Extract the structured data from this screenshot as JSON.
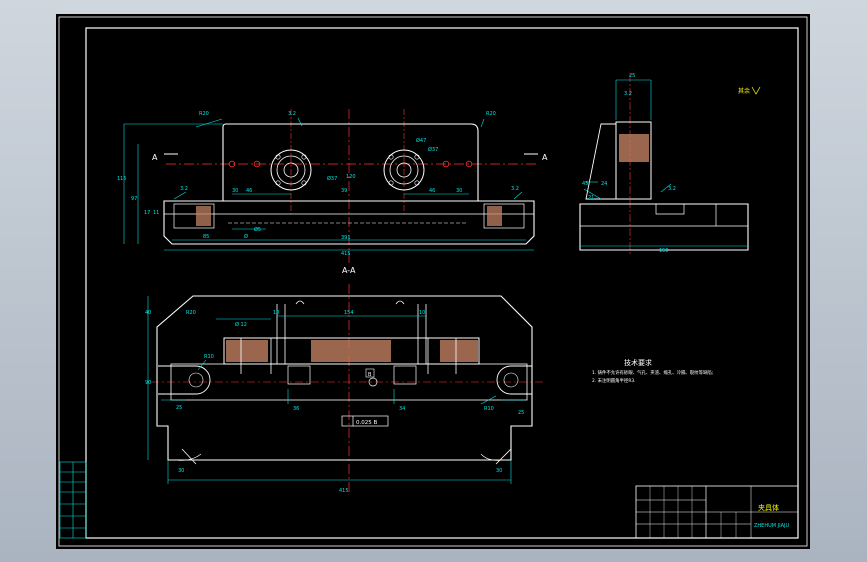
{
  "drawing": {
    "section_label": "A-A",
    "section_marker_left": "A",
    "section_marker_right": "A",
    "requirements_title": "技术要求",
    "requirements": [
      "1. 铸件不允许有砂眼、气孔、夹渣、缩孔、冷隔、裂纹等缺陷;",
      "2. 未注明圆角半径R3."
    ],
    "roughness_label": "其余",
    "title_block": {
      "part_name": "夹具体",
      "drawing_no": "ZHEHUM JIAJU"
    },
    "dims_front": [
      "R20",
      "R20",
      "3.2",
      "Ø37",
      "Ø47",
      "Ø37",
      "115",
      "120",
      "97",
      "46",
      "46",
      "39",
      "30",
      "30",
      "17",
      "11",
      "3.2",
      "3.2",
      "Ø5",
      "85",
      "Ø",
      "391",
      "415"
    ],
    "dims_side": [
      "25",
      "3.2",
      "45",
      "24",
      "21",
      "3.2",
      "150"
    ],
    "dims_section": [
      "R20",
      "10",
      "Ø 12",
      "154",
      "10",
      "40",
      "R10",
      "90",
      "25",
      "R10",
      "25",
      "36",
      "34",
      "30",
      "415",
      "30"
    ],
    "tolerance_text": "0.025 B",
    "datum_b": "B"
  },
  "colors": {
    "frame": "#ffffff",
    "outline": "#ffffff",
    "centerline": "#ff3030",
    "dimension": "#00e5e5",
    "section": "#ffff00",
    "hatch": "#c08060"
  }
}
